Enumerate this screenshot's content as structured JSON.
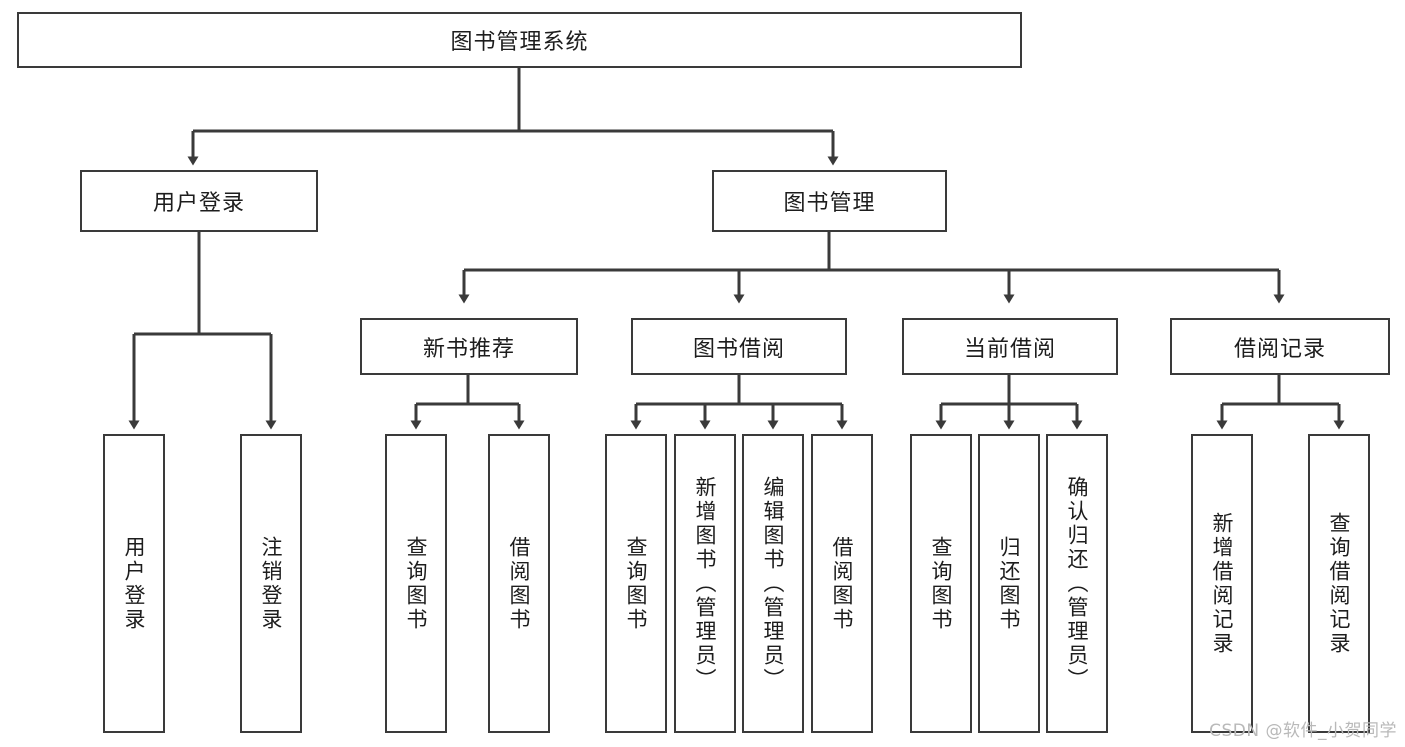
{
  "diagram": {
    "title": "图书管理系统",
    "watermark": "CSDN @软件_小贺同学",
    "colors": {
      "stroke": "#3a3a3a",
      "fill": "#ffffff",
      "text": "#1d1d1d",
      "watermark": "#b9b9b9"
    },
    "levels": {
      "root": {
        "label": "图书管理系统"
      },
      "level2": [
        {
          "label": "用户登录"
        },
        {
          "label": "图书管理"
        }
      ],
      "level3": [
        {
          "label": "新书推荐"
        },
        {
          "label": "图书借阅"
        },
        {
          "label": "当前借阅"
        },
        {
          "label": "借阅记录"
        }
      ],
      "leaves": {
        "user_login": [
          {
            "label": "用户登录"
          },
          {
            "label": "注销登录"
          }
        ],
        "new_book": [
          {
            "label": "查询图书"
          },
          {
            "label": "借阅图书"
          }
        ],
        "book_borrow": [
          {
            "label": "查询图书"
          },
          {
            "label": "新增图书（管理员）"
          },
          {
            "label": "编辑图书（管理员）"
          },
          {
            "label": "借阅图书"
          }
        ],
        "current_borrow": [
          {
            "label": "查询图书"
          },
          {
            "label": "归还图书"
          },
          {
            "label": "确认归还（管理员）"
          }
        ],
        "borrow_record": [
          {
            "label": "新增借阅记录"
          },
          {
            "label": "查询借阅记录"
          }
        ]
      }
    }
  }
}
